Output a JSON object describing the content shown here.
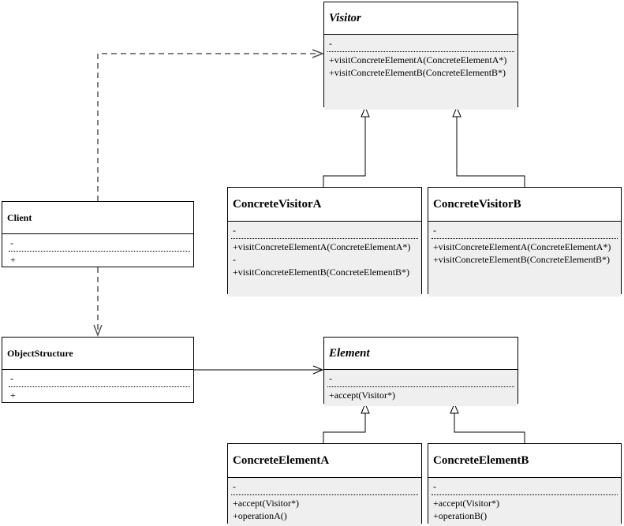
{
  "classes": {
    "visitor": {
      "name": "Visitor",
      "attr": "-",
      "ops": [
        "+visitConcreteElementA(ConcreteElementA*)",
        "+visitConcreteElementB(ConcreteElementB*)"
      ]
    },
    "concrete_visitor_a": {
      "name": "ConcreteVisitorA",
      "attr": "-",
      "ops": [
        "+visitConcreteElementA(ConcreteElementA*)          -",
        "+visitConcreteElementB(ConcreteElementB*)"
      ]
    },
    "concrete_visitor_b": {
      "name": "ConcreteVisitorB",
      "attr": "-",
      "ops": [
        "+visitConcreteElementA(ConcreteElementA*)",
        "+visitConcreteElementB(ConcreteElementB*)"
      ]
    },
    "client": {
      "name": "Client",
      "attr": "-",
      "ops": [
        "+"
      ]
    },
    "object_structure": {
      "name": "ObjectStructure",
      "attr": "-",
      "ops": [
        "+"
      ]
    },
    "element": {
      "name": "Element",
      "attr": "-",
      "ops": [
        "+accept(Visitor*)"
      ]
    },
    "concrete_element_a": {
      "name": "ConcreteElementA",
      "attr": "-",
      "ops": [
        "+accept(Visitor*)",
        "+operationA()"
      ]
    },
    "concrete_element_b": {
      "name": "ConcreteElementB",
      "attr": "-",
      "ops": [
        "+accept(Visitor*)",
        "+operationB()"
      ]
    }
  }
}
